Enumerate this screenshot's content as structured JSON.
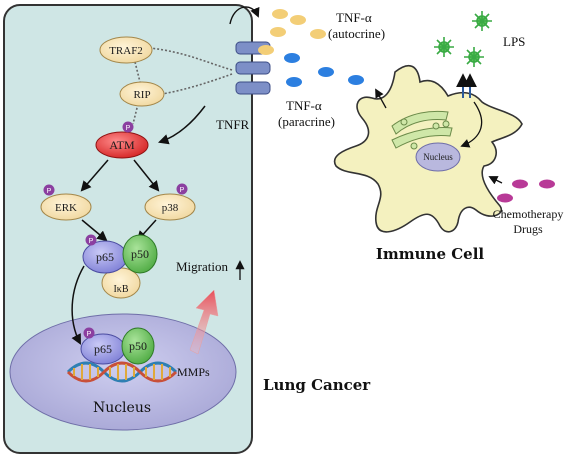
{
  "cell_signaling": {
    "traf2": "TRAF2",
    "rip": "RIP",
    "atm": "ATM",
    "erk": "ERK",
    "p38": "p38",
    "p65": "p65",
    "p50": "p50",
    "ikb": "IκB",
    "phospho": "P"
  },
  "receptor": {
    "label": "TNFR"
  },
  "migration": {
    "label": "Migration"
  },
  "nucleus": {
    "label": "Nucleus",
    "mmps": "MMPs"
  },
  "lung_cancer": {
    "label": "Lung Cancer"
  },
  "ligands": {
    "autocrine": [
      "TNF-α",
      "(autocrine)"
    ],
    "paracrine": [
      "TNF-α",
      "(paracrine)"
    ],
    "lps": "LPS",
    "chemo": [
      "Chemotherapy",
      "Drugs"
    ]
  },
  "immune_cell": {
    "label": "Immune Cell",
    "nucleus": "Nucleus"
  },
  "colors": {
    "cell_fill": "#cfe6e5",
    "nucleus_fill": "#b9b8de",
    "traf_fill": "#f6e2b2",
    "atm_fill": "#e23a3a",
    "p65_fill": "#9d9ee4",
    "p50_fill": "#6fc160",
    "phospho": "#8b3fa0",
    "tnf_autocrine": "#f3ce77",
    "tnf_paracrine": "#2c7fe0",
    "lps": "#55c25a",
    "chemo": "#b83a97",
    "immune_fill": "#f4f1bf"
  }
}
